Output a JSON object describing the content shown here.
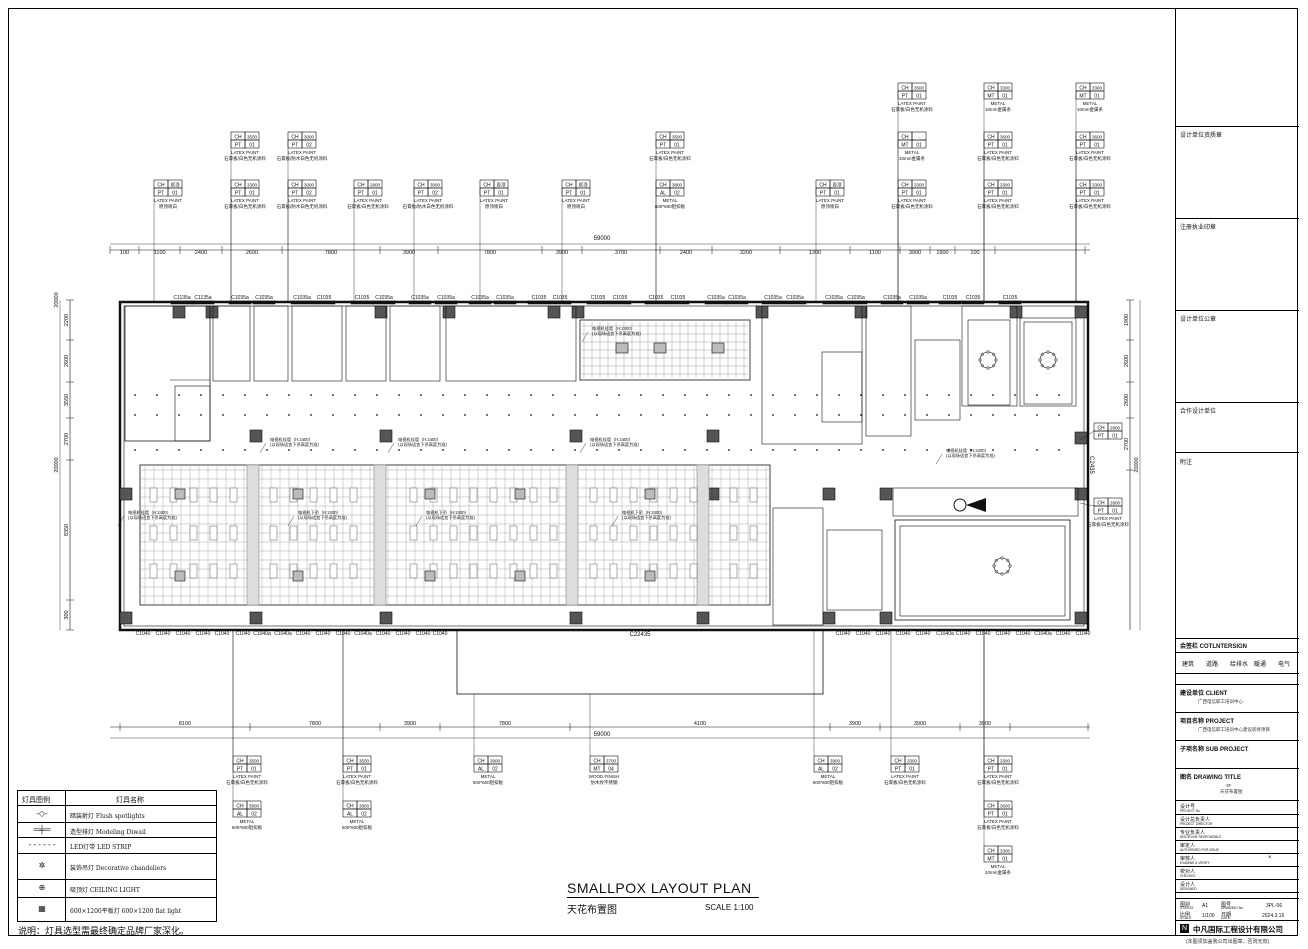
{
  "drawing": {
    "title_en": "SMALLPOX LAYOUT PLAN",
    "title_cn": "天花布置图",
    "scale": "SCALE 1:100",
    "note": "说明：灯具选型需最终确定品牌厂家深化。",
    "footer_note": "(本图须加盖我公司出图章，否则无效)"
  },
  "dims": {
    "top_total": "59000",
    "bottom_total": "59000",
    "top": [
      "100",
      "3100",
      "2400",
      "2600",
      "7800",
      "3900",
      "7800",
      "3900",
      "3700",
      "2400",
      "3200",
      "1300",
      "1100",
      "3900",
      "1900",
      "100"
    ],
    "bottom": [
      "8100",
      "7800",
      "3900",
      "7800",
      "4100",
      "3900",
      "3900",
      "3900"
    ],
    "left": [
      "20000",
      "2200",
      "2600",
      "3550",
      "2700",
      "8350",
      "300",
      "20000"
    ],
    "right": [
      "1900",
      "2600",
      "2600",
      "2700",
      "20000"
    ]
  },
  "windows_top": [
    "C1135a",
    "C1135a",
    "C1035a",
    "C1035a",
    "C1035a",
    "C1035",
    "C1035",
    "C1035a",
    "C1035a",
    "C1035a",
    "C1035a",
    "C1035a",
    "C1035",
    "C1035",
    "C1035",
    "C1035",
    "C1035",
    "C1035",
    "C1035a",
    "C1035a",
    "C1035a",
    "C1035a",
    "C1035a",
    "C1035a",
    "C1035a",
    "C1035a",
    "C1035",
    "C1035",
    "C1035"
  ],
  "windows_bottom_left": [
    "C1040",
    "C1040",
    "C1040",
    "C1040",
    "C1040",
    "C1040",
    "C1040a",
    "C1040a",
    "C1040",
    "C1040",
    "C1040",
    "C1040a",
    "C1040",
    "C1040",
    "C1040",
    "C1040"
  ],
  "window_center": "C22435",
  "windows_bottom_right": [
    "C1040",
    "C1040",
    "C1040",
    "C1040",
    "C1040",
    "C1040a",
    "C1040",
    "C1040",
    "C1040",
    "C1040",
    "C1040a",
    "C1040",
    "C1040",
    "C1040"
  ],
  "window_right_side": "C2435",
  "tags": [
    {
      "id": "t1",
      "ch": "原顶",
      "code": "PT",
      "num": "01",
      "mat": "LATEX PAINT",
      "cn": "原顶喷白"
    },
    {
      "id": "t2",
      "ch": "3500",
      "code": "PT",
      "num": "01",
      "mat": "LATEX PAINT",
      "cn": "石膏板/白色无机涂料"
    },
    {
      "id": "t3",
      "ch": "3300",
      "code": "PT",
      "num": "01",
      "mat": "LATEX PAINT",
      "cn": "石膏板/白色无机涂料"
    },
    {
      "id": "t4",
      "ch": "3000",
      "code": "PT",
      "num": "02",
      "mat": "LATEX PAINT",
      "cn": "石膏板/防水白色无机涂料"
    },
    {
      "id": "t5",
      "ch": "3000",
      "code": "PT",
      "num": "02",
      "mat": "LATEX PAINT",
      "cn": "石膏板/防水白色无机涂料"
    },
    {
      "id": "t6",
      "ch": "2800",
      "code": "PT",
      "num": "01",
      "mat": "LATEX PAINT",
      "cn": "石膏板/白色无机涂料"
    },
    {
      "id": "t7",
      "ch": "3000",
      "code": "PT",
      "num": "02",
      "mat": "LATEX PAINT",
      "cn": "石膏板/防水白色无机涂料"
    },
    {
      "id": "t8",
      "ch": "原顶",
      "code": "PT",
      "num": "01",
      "mat": "LATEX PAINT",
      "cn": "原顶喷白"
    },
    {
      "id": "t9",
      "ch": "原顶",
      "code": "PT",
      "num": "01",
      "mat": "LATEX PAINT",
      "cn": "原顶喷白"
    },
    {
      "id": "t10",
      "ch": "3500",
      "code": "PT",
      "num": "01",
      "mat": "LATEX PAINT",
      "cn": "石膏板/白色无机涂料"
    },
    {
      "id": "t11",
      "ch": "3800",
      "code": "AL",
      "num": "02",
      "mat": "METAL",
      "cn": "600*600铝扣板"
    },
    {
      "id": "t12",
      "ch": "原顶",
      "code": "PT",
      "num": "01",
      "mat": "LATEX PAINT",
      "cn": "原顶喷白"
    },
    {
      "id": "t13",
      "ch": "3500",
      "code": "PT",
      "num": "01",
      "mat": "LATEX PAINT",
      "cn": "石膏板/白色无机涂料"
    },
    {
      "id": "t14",
      "ch": "-",
      "code": "MT",
      "num": "01",
      "mat": "METAL",
      "cn": "10mm金属条"
    },
    {
      "id": "t15",
      "ch": "3300",
      "code": "PT",
      "num": "01",
      "mat": "LATEX PAINT",
      "cn": "石膏板/白色无机涂料"
    },
    {
      "id": "t16",
      "ch": "3300",
      "code": "MT",
      "num": "01",
      "mat": "METAL",
      "cn": "10mm金属条"
    },
    {
      "id": "t17",
      "ch": "3600",
      "code": "PT",
      "num": "01",
      "mat": "LATEX PAINT",
      "cn": "石膏板/白色无机涂料"
    },
    {
      "id": "t18",
      "ch": "3300",
      "code": "PT",
      "num": "01",
      "mat": "LATEX PAINT",
      "cn": "石膏板/白色无机涂料"
    },
    {
      "id": "t19",
      "ch": "3300",
      "code": "MT",
      "num": "01",
      "mat": "METAL",
      "cn": "10mm金属条"
    },
    {
      "id": "t20",
      "ch": "3600",
      "code": "PT",
      "num": "01",
      "mat": "LATEX PAINT",
      "cn": "石膏板/白色无机涂料"
    },
    {
      "id": "t21",
      "ch": "3300",
      "code": "PT",
      "num": "01",
      "mat": "LATEX PAINT",
      "cn": "石膏板/白色无机涂料"
    },
    {
      "id": "t22",
      "ch": "2800",
      "code": "PT",
      "num": "01",
      "mat": "",
      "cn": ""
    },
    {
      "id": "t23",
      "ch": "2800",
      "code": "PT",
      "num": "01",
      "mat": "LATEX PAINT",
      "cn": "石膏板/白色无机涂料"
    },
    {
      "id": "b1",
      "ch": "3500",
      "code": "PT",
      "num": "01",
      "mat": "LATEX PAINT",
      "cn": "石膏板/白色无机涂料"
    },
    {
      "id": "b2",
      "ch": "3900",
      "code": "AL",
      "num": "02",
      "mat": "METAL",
      "cn": "600*600铝扣板"
    },
    {
      "id": "b3",
      "ch": "3500",
      "code": "PT",
      "num": "01",
      "mat": "LATEX PAINT",
      "cn": "石膏板/白色无机涂料"
    },
    {
      "id": "b4",
      "ch": "3800",
      "code": "AL",
      "num": "02",
      "mat": "METAL",
      "cn": "600*600铝扣板"
    },
    {
      "id": "b5",
      "ch": "3900",
      "code": "AL",
      "num": "02",
      "mat": "METAL",
      "cn": "600*600铝扣板"
    },
    {
      "id": "b6",
      "ch": "3700",
      "code": "MT",
      "num": "04",
      "mat": "WOOD FINISH",
      "cn": "仿木纹不锈钢"
    },
    {
      "id": "b7",
      "ch": "3900",
      "code": "AL",
      "num": "02",
      "mat": "METAL",
      "cn": "600*600铝扣板"
    },
    {
      "id": "b8",
      "ch": "3300",
      "code": "PT",
      "num": "01",
      "mat": "LATEX PAINT",
      "cn": "石膏板/白色无机涂料"
    },
    {
      "id": "b9",
      "ch": "3300",
      "code": "PT",
      "num": "01",
      "mat": "LATEX PAINT",
      "cn": "石膏板/白色无机涂料"
    },
    {
      "id": "b10",
      "ch": "3600",
      "code": "PT",
      "num": "01",
      "mat": "LATEX PAINT",
      "cn": "石膏板/白色无机涂料"
    },
    {
      "id": "b11",
      "ch": "3300",
      "code": "MT",
      "num": "01",
      "mat": "METAL",
      "cn": "10mm金属条"
    }
  ],
  "tv_notes": [
    {
      "id": "n1",
      "l1": "电视机挂墙（H:2400）",
      "l2": "(以现场适宜下吊高度为准)"
    },
    {
      "id": "n2",
      "l1": "电视机挂墙（H:2400）",
      "l2": "(以现场适宜下吊高度为准)"
    },
    {
      "id": "n3",
      "l1": "电视机挂墙（H:2400）",
      "l2": "(以现场适宜下吊高度为准)"
    },
    {
      "id": "n4",
      "l1": "电视机挂墙（H:2400）",
      "l2": "(以现场适宜下吊高度为准)"
    },
    {
      "id": "n5",
      "l1": "电视机挂墙（H:2400）",
      "l2": "(以现场适宜下吊高度为准)"
    },
    {
      "id": "n6",
      "l1": "电视机下吊（H:2400）",
      "l2": "(以现场适宜下吊高度为准)"
    },
    {
      "id": "n7",
      "l1": "电视机下吊（H:2400）",
      "l2": "(以现场适宜下吊高度为准)"
    },
    {
      "id": "n8",
      "l1": "电视机下吊（H:2400）",
      "l2": "(以现场适宜下吊高度为准)"
    },
    {
      "id": "n9",
      "l1": "电视机挂墙（H:2400）",
      "l2": "(以现场适宜下吊高度为准)"
    }
  ],
  "legend": {
    "h_sym": "灯具图例",
    "h_name": "灯具名称",
    "rows": [
      {
        "sym": "-◇-",
        "name": "暗装射灯 Flush spotlights"
      },
      {
        "sym": "═╪═",
        "name": "造型排灯 Modeling Diwail"
      },
      {
        "sym": "- - - - - -",
        "name": "LED灯带 LED STRIP"
      },
      {
        "sym": "✲",
        "name": "装饰吊灯 Decorative chandeliers"
      },
      {
        "sym": "⊕",
        "name": "吸顶灯 CEILING LIGHT"
      },
      {
        "sym": "▦",
        "name": "600×1200平板灯 600×1200 flat light"
      }
    ]
  },
  "title_block": {
    "design_seal": "设计单位资质章",
    "reg_seal": "注册执业印章",
    "company_seal": "设计单位公章",
    "cooperate": "合作设计单位",
    "remarks": "附注",
    "cosign": "会签栏 COTLNTERSIGN",
    "disciplines": [
      "建筑",
      "道路",
      "给排水",
      "暖通",
      "电气"
    ],
    "client_label": "建设单位 CLIENT",
    "client": "广西电信职工培训中心",
    "project_label": "项目名称 PROJECT",
    "project": "广西电信职工培训中心建设装修项目",
    "sub_label": "子项名称 SUB PROJECT",
    "dwg_label": "图名 DRAWING TITLE",
    "dwg_1": "3F",
    "dwg_2": "天花布置图",
    "roles": [
      {
        "cn": "设计号",
        "en": "PROJECT No."
      },
      {
        "cn": "设计总负责人",
        "en": "PROJECT DIRECTOR"
      },
      {
        "cn": "专业负责人",
        "en": "DISCIPLINE RESPONSIBLE"
      },
      {
        "cn": "审定人",
        "en": "AUTHORIZED FOR ISSUE"
      },
      {
        "cn": "审核人",
        "en": "EXAMINE & VERIFY"
      },
      {
        "cn": "校对人",
        "en": "CHECKED"
      },
      {
        "cn": "设计人",
        "en": "DESIGNED"
      }
    ],
    "mark": "×",
    "status_label": "图别",
    "status_en": "STATUS",
    "status": "A1",
    "dwgno_label": "图号",
    "dwgno_en": "DRAWING No.",
    "dwgno": "3PL-06",
    "ratio_label": "比例",
    "ratio_en": "SCALE",
    "ratio": "1/100",
    "date_label": "日期",
    "date_en": "DATE",
    "date": "2024.3.16",
    "company": "中凡国际工程设计有限公司"
  }
}
